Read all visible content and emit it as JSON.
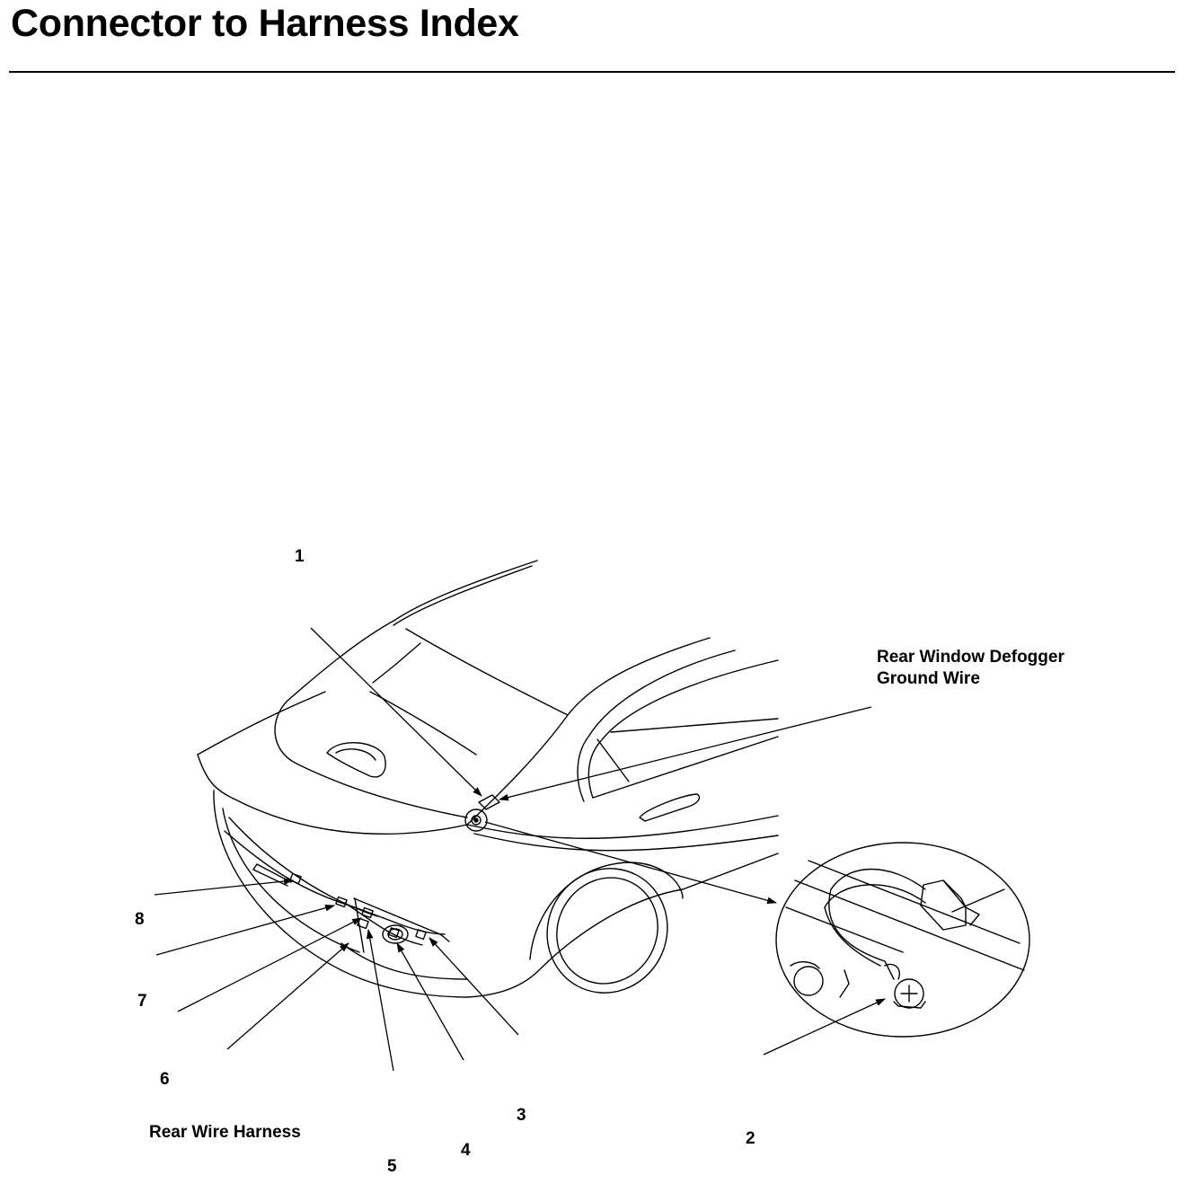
{
  "title": "Connector to Harness Index",
  "callouts": {
    "c1": "1",
    "c2": "2",
    "c3": "3",
    "c4": "4",
    "c5": "5",
    "c6": "6",
    "c7": "7",
    "c8": "8"
  },
  "labels": {
    "defogger_line1": "Rear Window Defogger",
    "defogger_line2": "Ground Wire",
    "rear_harness": "Rear Wire Harness"
  }
}
